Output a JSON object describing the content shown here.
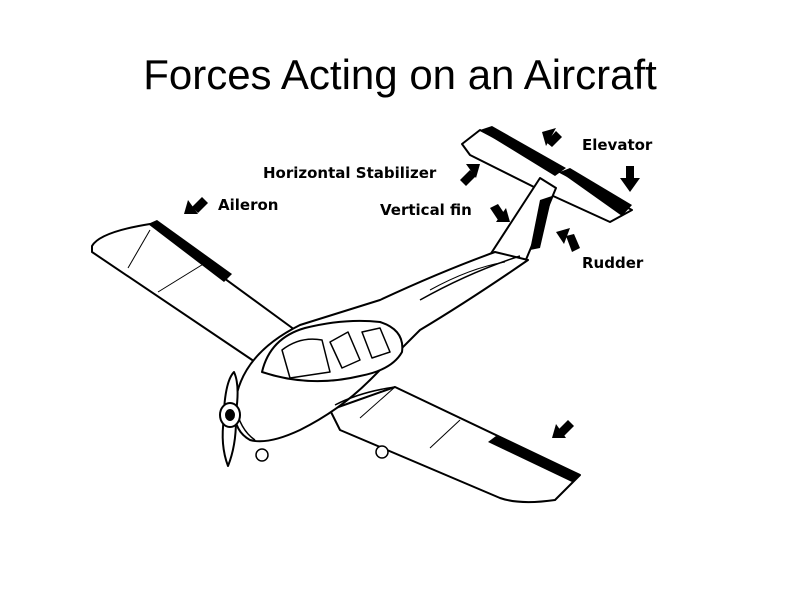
{
  "title": "Forces Acting on an Aircraft",
  "labels": {
    "elevator": "Elevator",
    "horizontal_stabilizer": "Horizontal Stabilizer",
    "aileron": "Aileron",
    "vertical_fin": "Vertical fin",
    "rudder": "Rudder"
  },
  "colors": {
    "ink": "#000000",
    "background": "#ffffff"
  }
}
